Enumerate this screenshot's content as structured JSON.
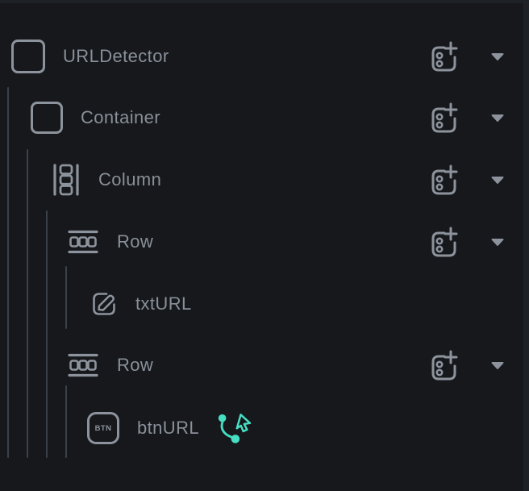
{
  "colors": {
    "background": "#16181c",
    "panel_edge": "#1e2126",
    "icon_gray": "#8d939c",
    "text_gray": "#8a9099",
    "indent_guide": "#3a4149",
    "accent_teal": "#46dfc2"
  },
  "tree": {
    "rows": [
      {
        "label": "URLDetector",
        "widget_type": "widget",
        "has_add_button": true,
        "has_expand_chevron": true,
        "has_action_badge": false
      },
      {
        "label": "Container",
        "widget_type": "container",
        "has_add_button": true,
        "has_expand_chevron": true,
        "has_action_badge": false
      },
      {
        "label": "Column",
        "widget_type": "column",
        "has_add_button": true,
        "has_expand_chevron": true,
        "has_action_badge": false
      },
      {
        "label": "Row",
        "widget_type": "row",
        "has_add_button": true,
        "has_expand_chevron": true,
        "has_action_badge": false
      },
      {
        "label": "txtURL",
        "widget_type": "textfield",
        "has_add_button": false,
        "has_expand_chevron": false,
        "has_action_badge": false
      },
      {
        "label": "Row",
        "widget_type": "row",
        "has_add_button": true,
        "has_expand_chevron": true,
        "has_action_badge": false
      },
      {
        "label": "btnURL",
        "widget_type": "button",
        "has_add_button": false,
        "has_expand_chevron": false,
        "has_action_badge": true
      }
    ],
    "button_icon_text": "BTN"
  }
}
